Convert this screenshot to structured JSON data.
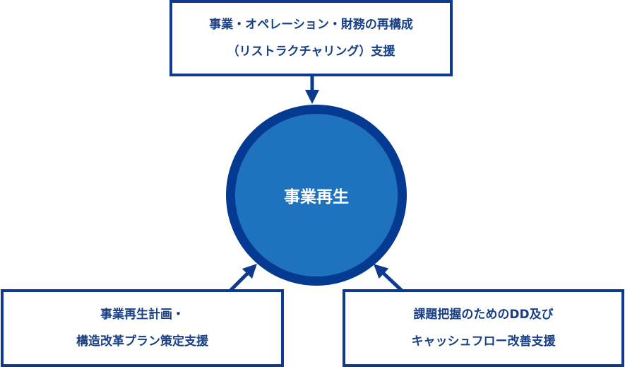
{
  "colors": {
    "border": "#0d3a8e",
    "circle_fill": "#1f72be",
    "circle_ring": "#053a92",
    "text": "#163f86"
  },
  "center": {
    "label": "事業再生"
  },
  "top_box": {
    "lines": [
      "事業・オペレーション・財務の再構成",
      "（リストラクチャリング）支援"
    ]
  },
  "bottom_left_box": {
    "lines": [
      "事業再生計画・",
      "構造改革プラン策定支援"
    ]
  },
  "bottom_right_box": {
    "lines": [
      "課題把握のためのDD及び",
      "キャッシュフロー改善支援"
    ]
  }
}
